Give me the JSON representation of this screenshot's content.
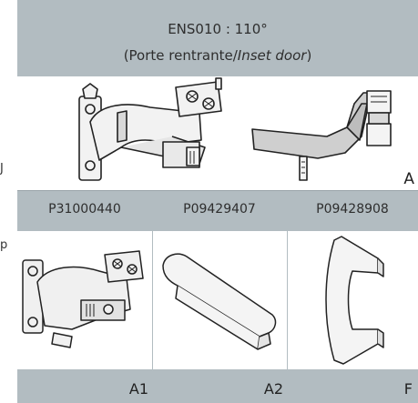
{
  "edge_chars": {
    "a": "J",
    "b": "p"
  },
  "header": {
    "line1": "ENS010 : 110°",
    "line2_prefix": "(Porte rentrante/",
    "line2_italic": "Inset door",
    "line2_suffix": ")"
  },
  "image_row": {
    "label": "A"
  },
  "codes": [
    "P31000440",
    "P09429407",
    "P09428908"
  ],
  "footer_labels": [
    "A1",
    "A2",
    "F"
  ]
}
